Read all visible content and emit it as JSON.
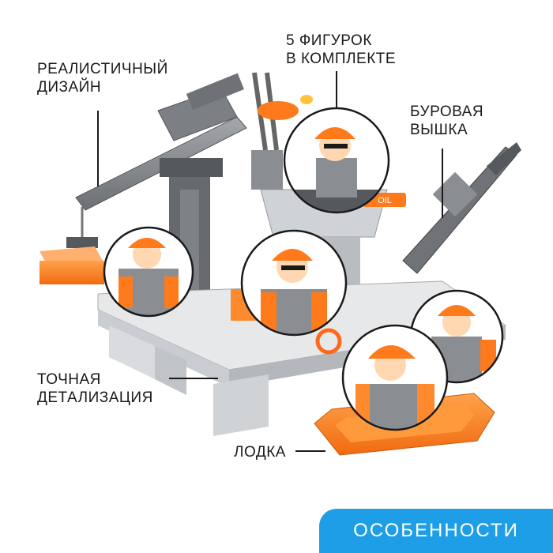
{
  "labels": {
    "design": [
      "РЕАЛИСТИЧНЫЙ",
      "ДИЗАЙН"
    ],
    "figures": [
      "5 ФИГУРОК",
      "В КОМПЛЕКТЕ"
    ],
    "drill": [
      "БУРОВАЯ",
      "ВЫШКА"
    ],
    "detail": [
      "ТОЧНАЯ",
      "ДЕТАЛИЗАЦИЯ"
    ],
    "boat": "ЛОДКА",
    "sign": "OIL"
  },
  "badge": {
    "text": "ОСОБЕННОСТИ"
  },
  "colors": {
    "accent_blue": "#1e9ee6",
    "brick_orange": "#ff7a1a",
    "brick_gray": "#8a8d92",
    "brick_light": "#d9dbde",
    "outline": "#1a1a1a"
  }
}
